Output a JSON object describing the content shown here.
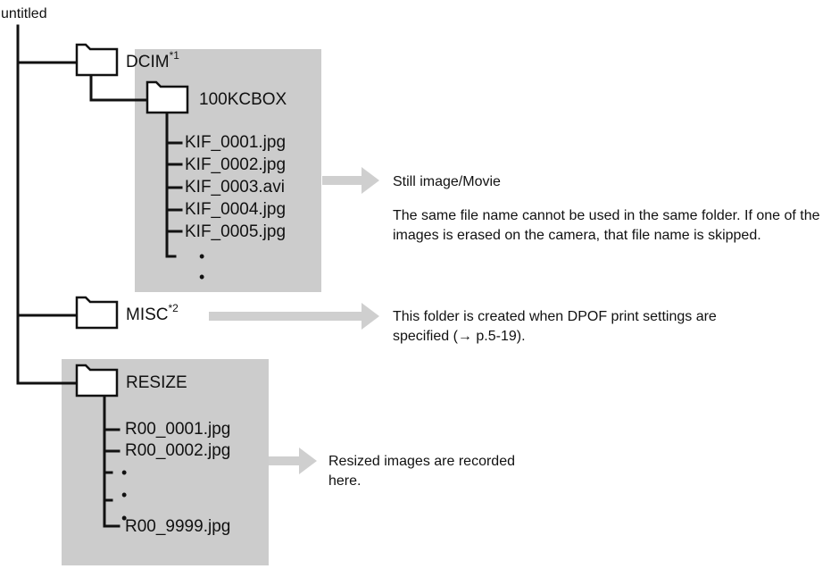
{
  "root": {
    "label": "untitled"
  },
  "folders": {
    "dcim": {
      "name": "DCIM",
      "mark": "*1"
    },
    "kcbox": {
      "name": "100KCBOX"
    },
    "misc": {
      "name": "MISC",
      "mark": "*2"
    },
    "resize": {
      "name": "RESIZE"
    }
  },
  "dcim_files": [
    "KIF_0001.jpg",
    "KIF_0002.jpg",
    "KIF_0003.avi",
    "KIF_0004.jpg",
    "KIF_0005.jpg"
  ],
  "resize_files": [
    "R00_0001.jpg",
    "R00_0002.jpg",
    "R00_9999.jpg"
  ],
  "bullet_glyph": "•",
  "notes": {
    "still": {
      "title": "Still image/Movie",
      "body": "The same file name cannot be used in the same folder. If one of the images is erased on the camera, that file name is skipped."
    },
    "misc": "This folder is created when DPOF print settings are specified (→ p.5-19).",
    "resize": "Resized images are recorded here."
  },
  "colors": {
    "panel": "#cccccc",
    "line": "#111111",
    "arrow": "#cfcfcf",
    "text": "#111111"
  }
}
